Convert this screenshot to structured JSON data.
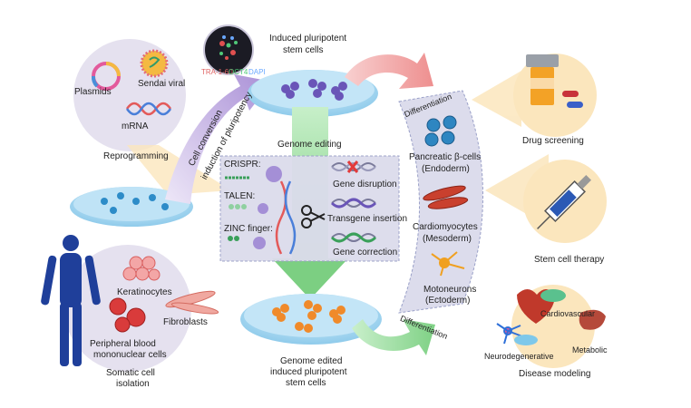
{
  "reprogramming": {
    "plasmids": "Plasmids",
    "sendai": "Sendai viral",
    "mrna": "mRNA",
    "title": "Reprogramming"
  },
  "ipsc": {
    "title_line1": "Induced pluripotent",
    "title_line2": "stem cells",
    "stain_tra": "TRA-1-60",
    "stain_oct": "OCT4",
    "stain_dapi": "DAPI"
  },
  "conversion": {
    "line1": "Cell conversion",
    "line2": "induction of pluripotency"
  },
  "editing": {
    "title": "Genome editing",
    "crispr": "CRISPR:",
    "talen": "TALEN:",
    "zinc": "ZINC finger:",
    "disruption": "Gene disruption",
    "insertion": "Transgene insertion",
    "correction": "Gene correction"
  },
  "somatic": {
    "keratinocytes": "Keratinocytes",
    "fibroblasts": "Fibroblasts",
    "pbmc_line1": "Peripheral blood",
    "pbmc_line2": "mononuclear cells",
    "title_line1": "Somatic cell",
    "title_line2": "isolation"
  },
  "edited": {
    "line1": "Genome edited",
    "line2": "induced pluripotent",
    "line3": "stem cells"
  },
  "differentiation": {
    "top": "Differentiation",
    "bottom": "Differentiation",
    "pancreatic_line1": "Pancreatic β-cells",
    "pancreatic_line2": "(Endoderm)",
    "cardio_line1": "Cardiomyocytes",
    "cardio_line2": "(Mesoderm)",
    "moto_line1": "Motoneurons",
    "moto_line2": "(Ectoderm)"
  },
  "applications": {
    "drug": "Drug screening",
    "therapy": "Stem cell therapy",
    "cardiovascular": "Cardiovascular",
    "neurodegenerative": "Neurodegenerative",
    "metabolic": "Metabolic",
    "disease": "Disease modeling"
  },
  "colors": {
    "dish": "#9fd3ef",
    "purple_arrow": "#b39ddb",
    "green_arrow": "#8fd694",
    "red_arrow": "#f5a3a3",
    "panel": "#dcdcec",
    "circle": "#e5e1ef",
    "highlight": "#fbe3b5"
  }
}
